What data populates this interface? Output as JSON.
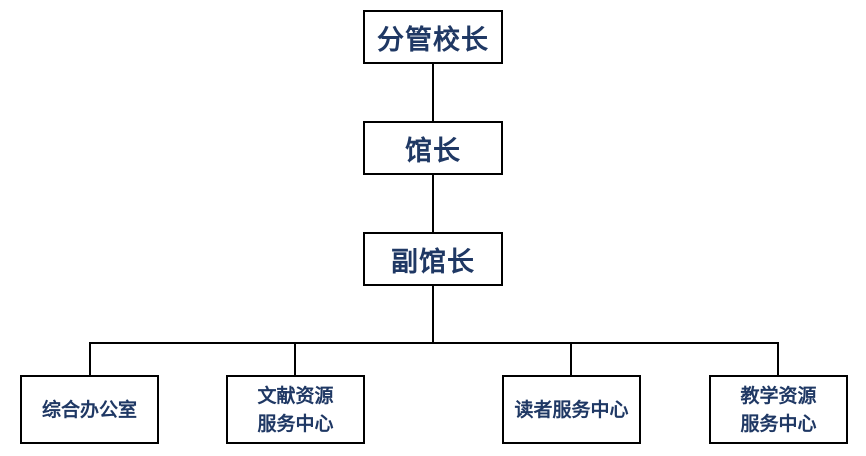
{
  "org_chart": {
    "levels": [
      {
        "id": "vice-principal",
        "label": "分管校长"
      },
      {
        "id": "director",
        "label": "馆长"
      },
      {
        "id": "deputy-director",
        "label": "副馆长"
      }
    ],
    "departments": [
      {
        "id": "general-office",
        "label": "综合办公室"
      },
      {
        "id": "literature-resources",
        "label": "文献资源\n服务中心"
      },
      {
        "id": "reader-services",
        "label": "读者服务中心"
      },
      {
        "id": "teaching-resources",
        "label": "教学资源\n服务中心"
      }
    ]
  },
  "colors": {
    "text": "#1f3864",
    "border": "#000000",
    "background": "#ffffff"
  }
}
